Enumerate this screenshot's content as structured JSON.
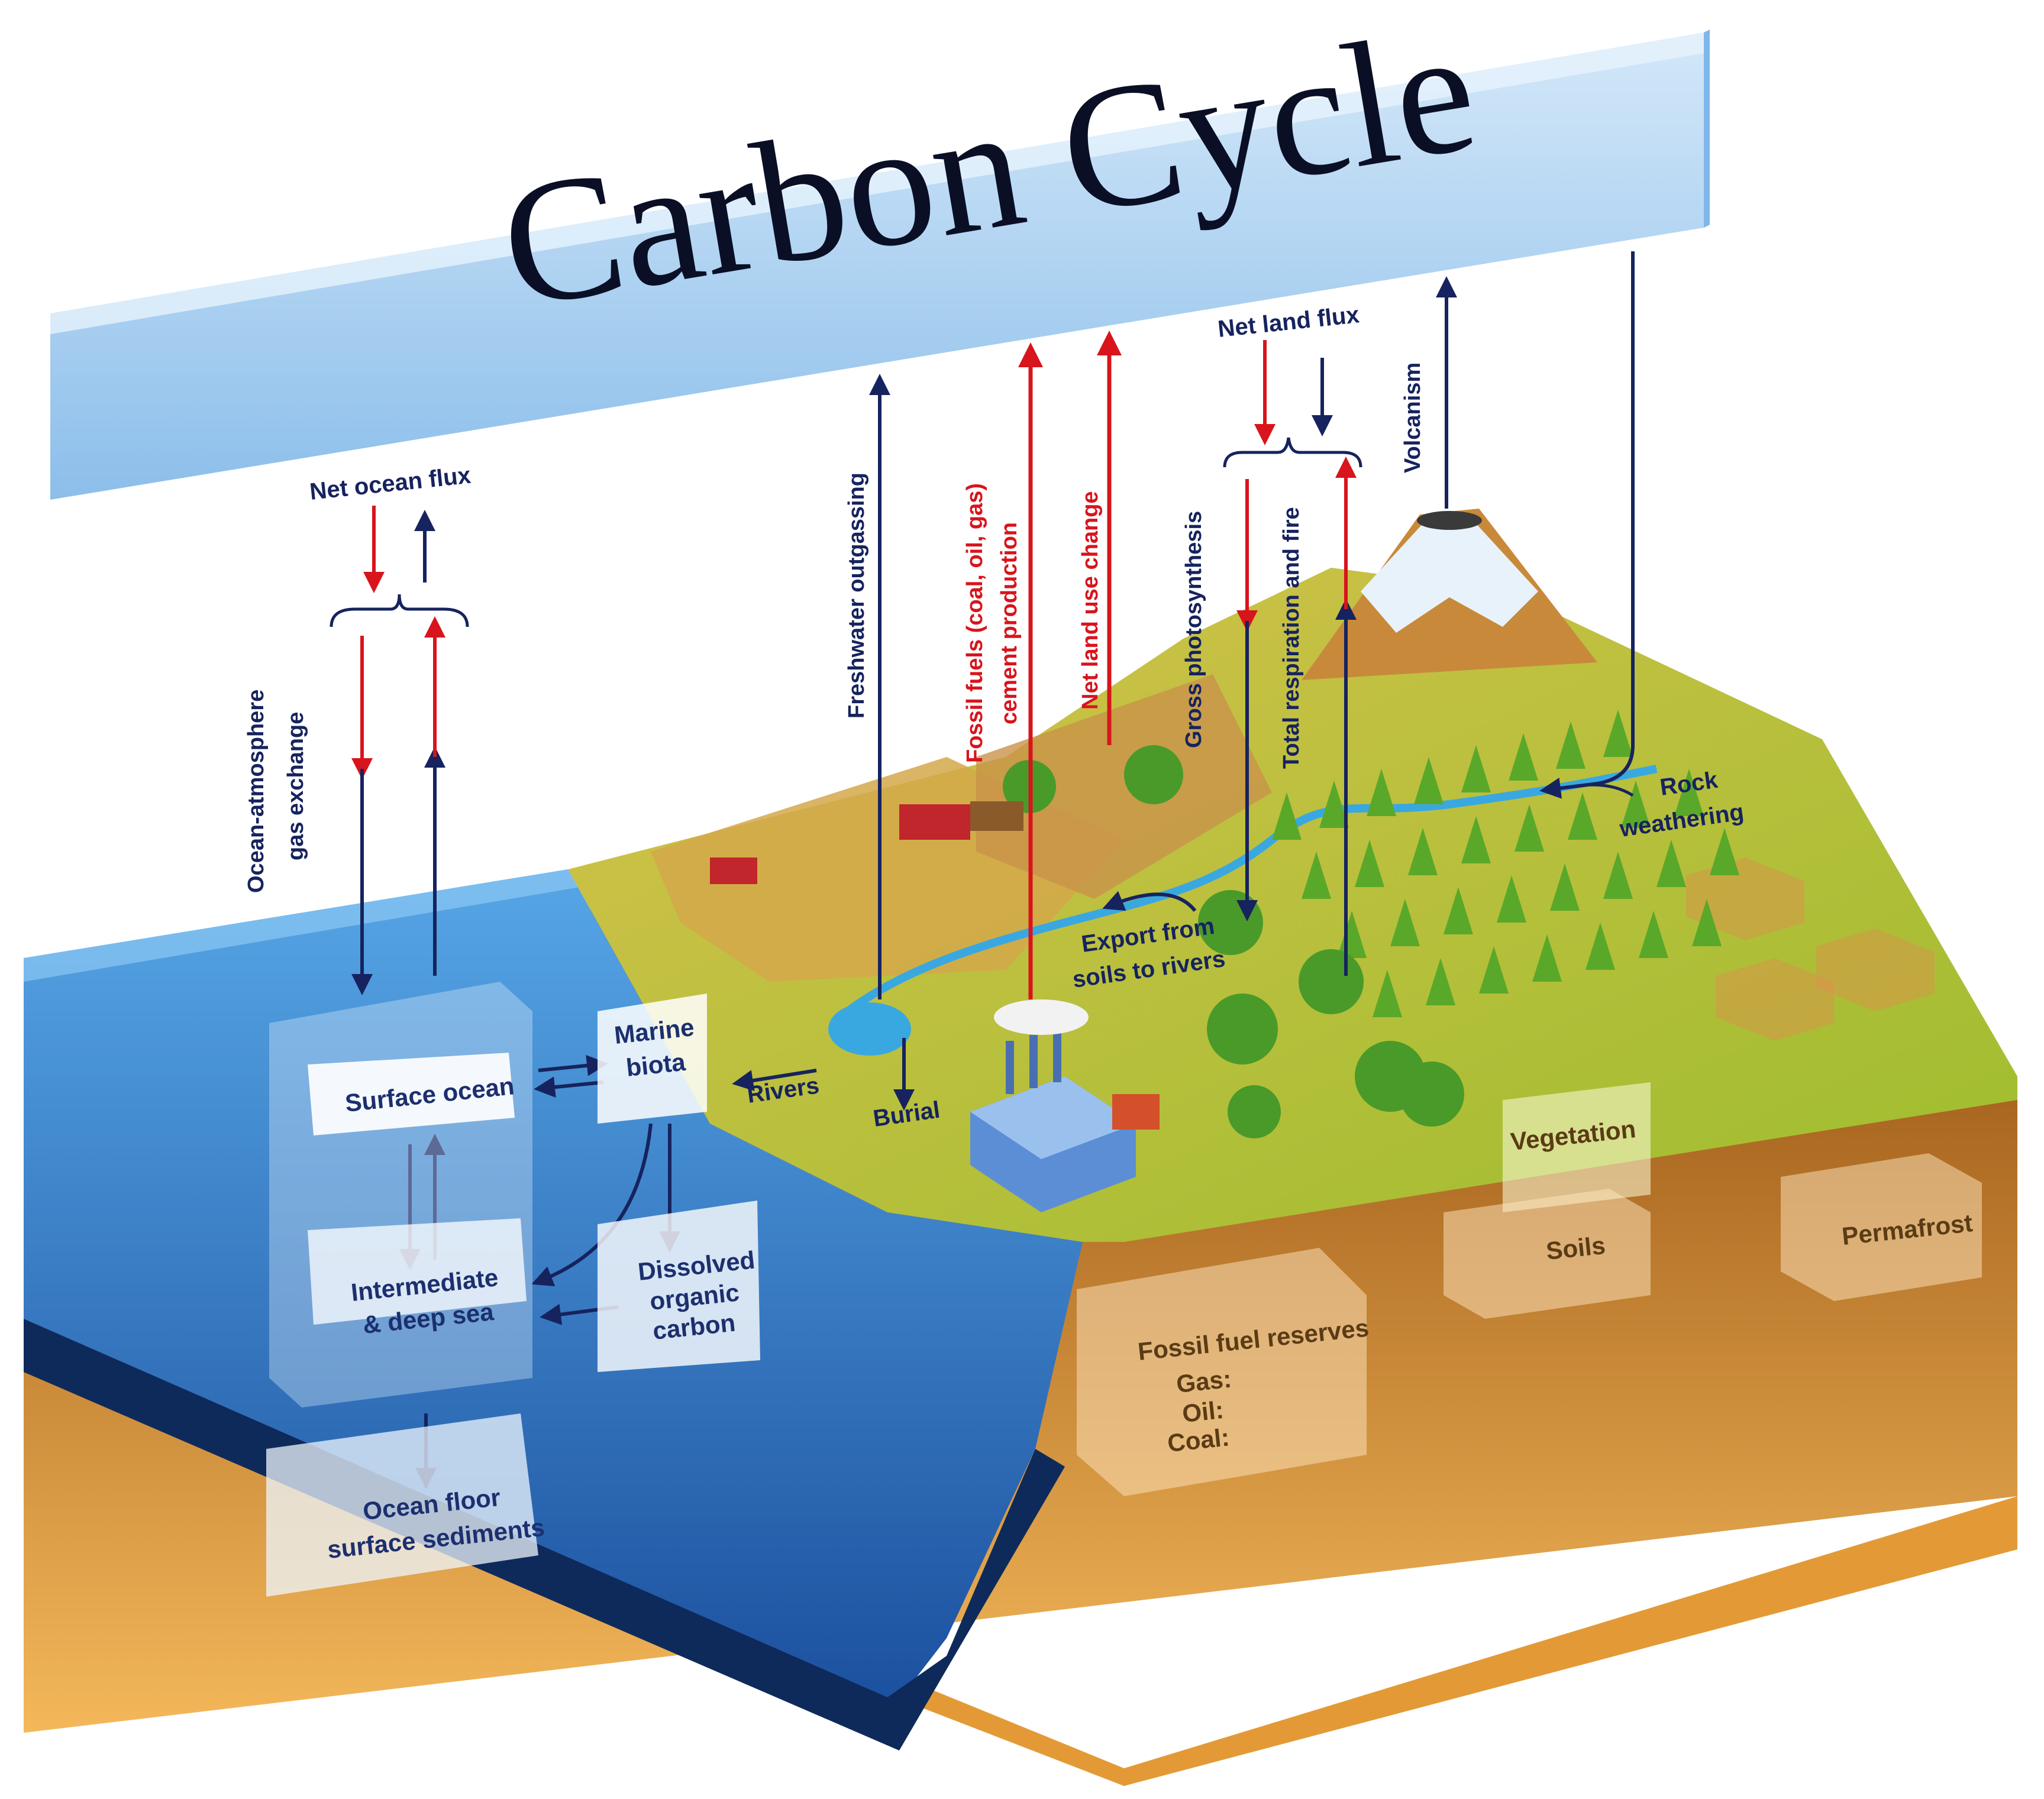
{
  "title": "Carbon Cycle",
  "labels": {
    "net_ocean_flux": "Net ocean flux",
    "ocean_gas_exchange_line1": "Ocean-atmosphere",
    "ocean_gas_exchange_line2": "gas exchange",
    "freshwater_outgassing": "Freshwater outgassing",
    "fossil_fuels_line1": "Fossil fuels (coal, oil, gas)",
    "fossil_fuels_line2": "cement production",
    "net_land_use_change": "Net land use change",
    "gross_photosynthesis": "Gross photosynthesis",
    "total_respiration": "Total respiration and fire",
    "net_land_flux": "Net land flux",
    "volcanism": "Volcanism",
    "rock_weathering_line1": "Rock",
    "rock_weathering_line2": "weathering",
    "export_line1": "Export from",
    "export_line2": "soils to rivers",
    "rivers": "Rivers",
    "burial": "Burial"
  },
  "boxes": {
    "surface_ocean": "Surface ocean",
    "marine_biota_line1": "Marine",
    "marine_biota_line2": "biota",
    "intermediate_line1": "Intermediate",
    "intermediate_line2": "& deep sea",
    "dissolved_line1": "Dissolved",
    "dissolved_line2": "organic",
    "dissolved_line3": "carbon",
    "ocean_floor_line1": "Ocean floor",
    "ocean_floor_line2": "surface sediments",
    "vegetation": "Vegetation",
    "soils": "Soils",
    "permafrost": "Permafrost",
    "fossil_reserves": "Fossil fuel reserves",
    "gas": "Gas:",
    "oil": "Oil:",
    "coal": "Coal:"
  },
  "colors": {
    "atmosphere": "#9cc8ee",
    "ocean": "#2f7fd0",
    "deep_ocean": "#1d56a8",
    "land": "#b7c234",
    "farmland": "#c8a34a",
    "earth": "#e6a446",
    "red_flux": "#d8141c",
    "dark_flux": "#16235e"
  }
}
